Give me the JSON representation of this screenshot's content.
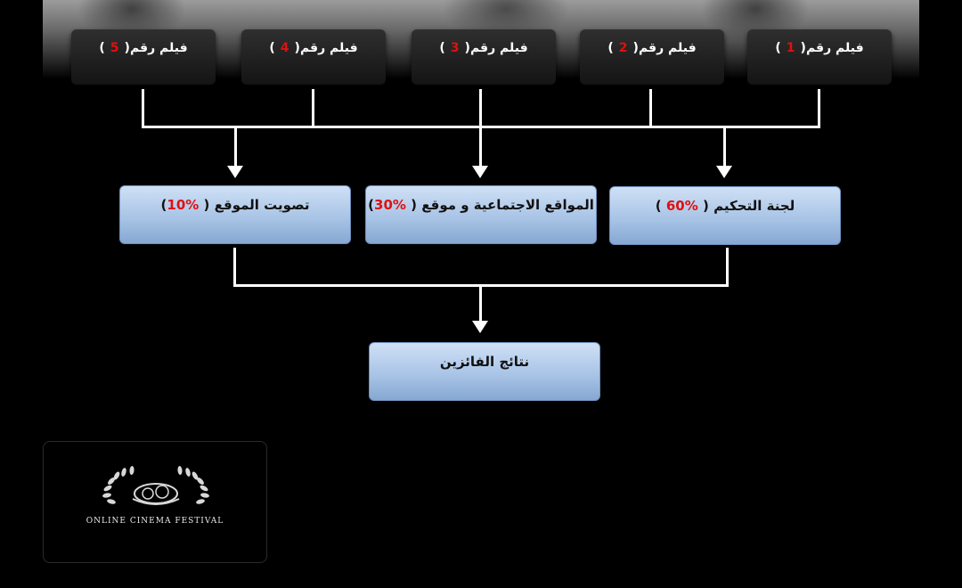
{
  "films": [
    {
      "label": "فيلم رقم",
      "number": "1"
    },
    {
      "label": "فيلم رقم",
      "number": "2"
    },
    {
      "label": "فيلم رقم",
      "number": "3"
    },
    {
      "label": "فيلم رقم",
      "number": "4"
    },
    {
      "label": "فيلم رقم",
      "number": "5"
    }
  ],
  "criteria": [
    {
      "label": "لجنة التحكيم",
      "percent": "60%"
    },
    {
      "label": "المواقع الاجتماعية و موقع",
      "percent": "30%"
    },
    {
      "label": "تصويت الموقع",
      "percent": "10%"
    }
  ],
  "result": {
    "label": "نتائج الفائزين"
  },
  "logo": {
    "text": "ONLINE CINEMA FESTIVAL"
  }
}
